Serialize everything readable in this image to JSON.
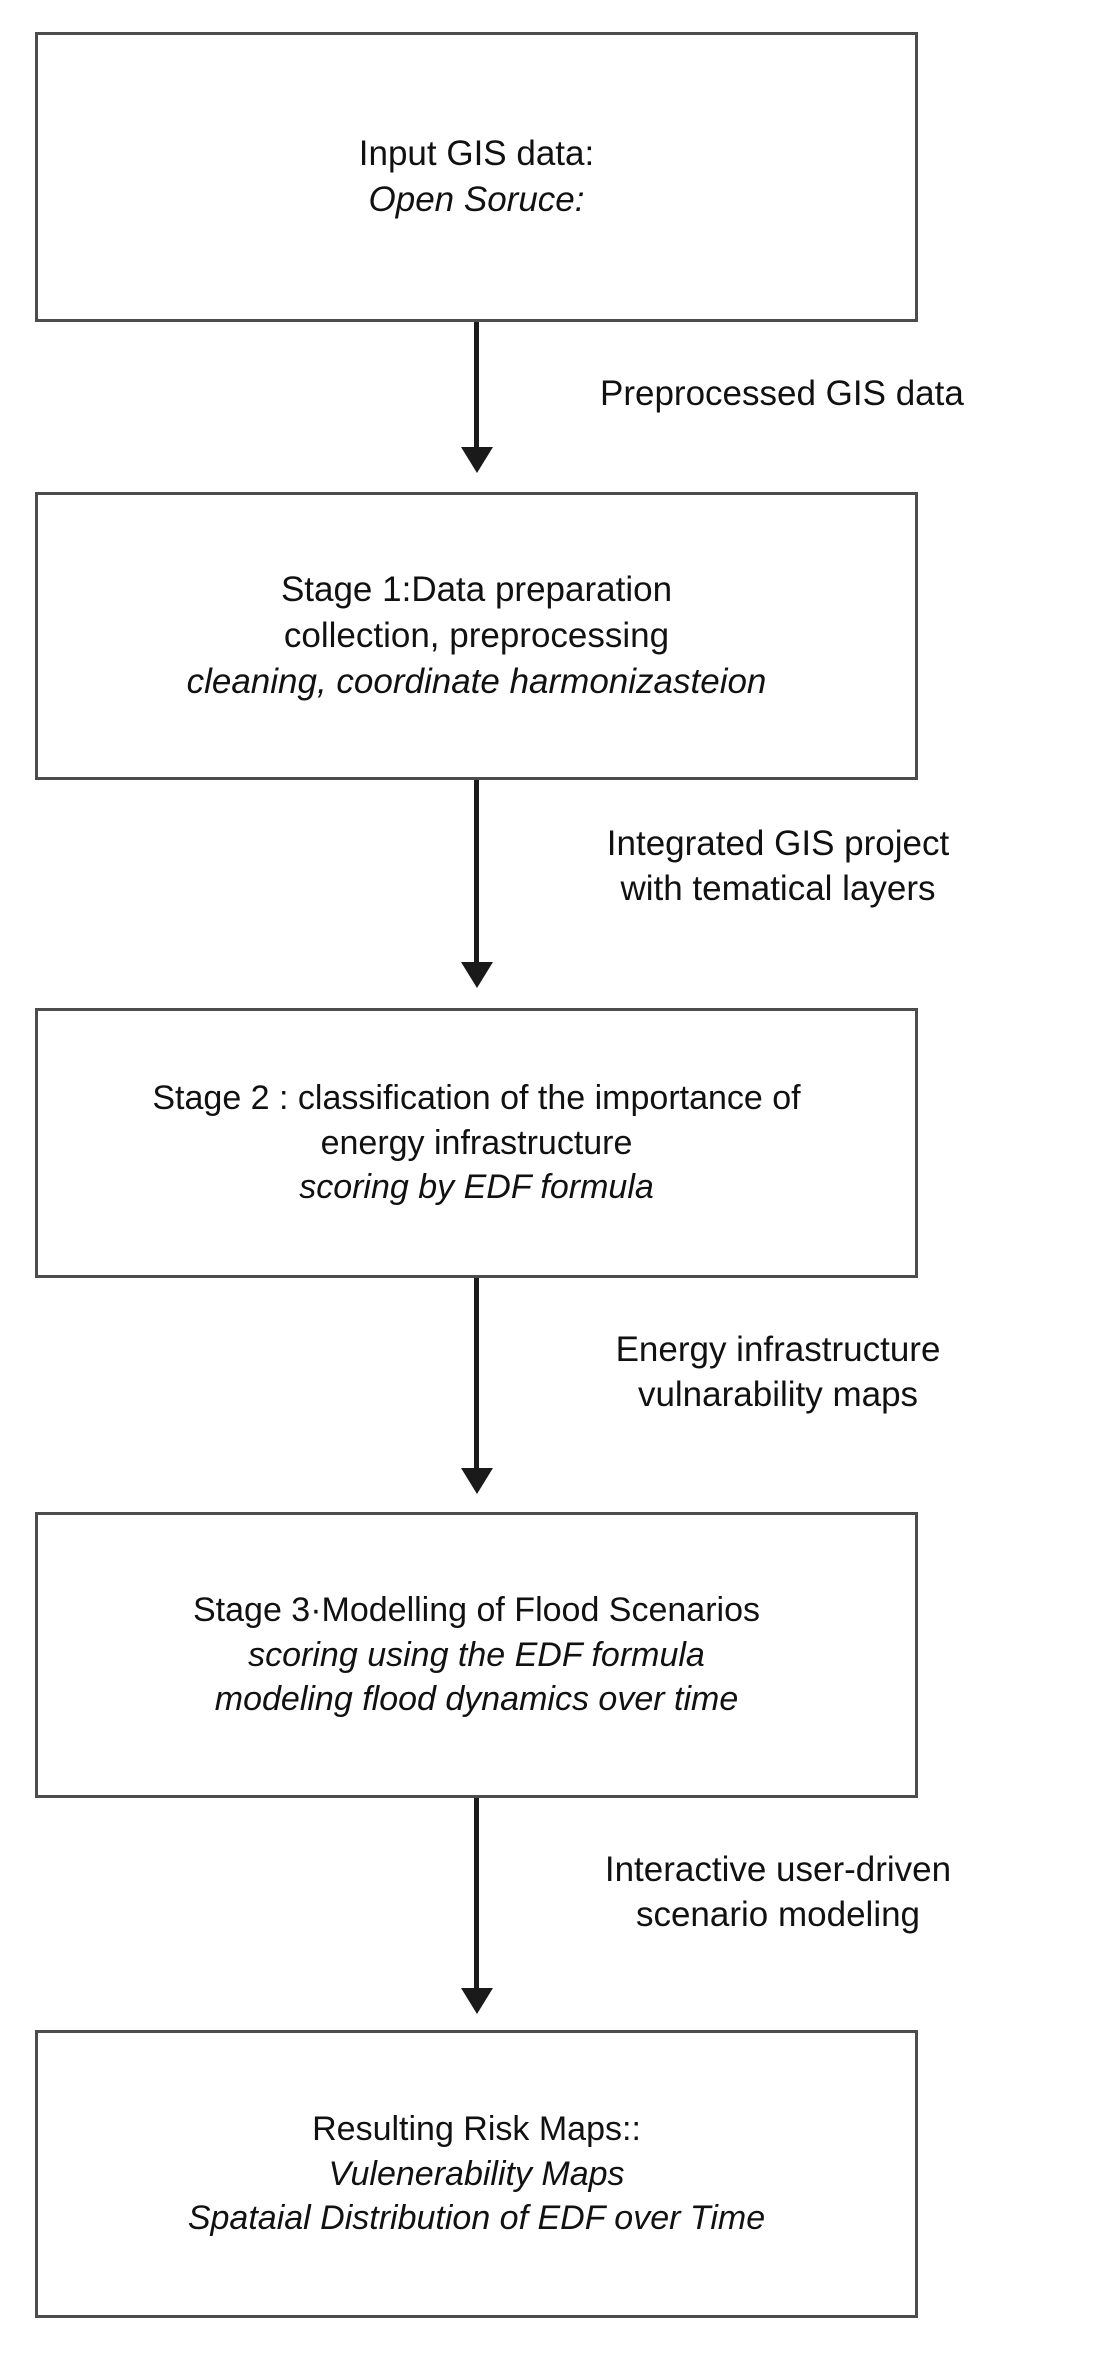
{
  "diagram": {
    "title": "GIS flood risk modelling workflow",
    "accent_color": "#1a1a1a",
    "border_color": "#4c4c4c",
    "background_color": "#ffffff"
  },
  "nodes": [
    {
      "id": "input",
      "lines": [
        {
          "text": "Input  GIS data:",
          "style": "regular"
        },
        {
          "text": "Open Soruce:",
          "style": "italic"
        }
      ]
    },
    {
      "id": "stage1",
      "lines": [
        {
          "text": "Stage 1:Data preparation",
          "style": "regular"
        },
        {
          "text": "collection, preprocessing",
          "style": "regular"
        },
        {
          "text": "cleaning, coordinate harmonizasteion",
          "style": "italic"
        }
      ]
    },
    {
      "id": "stage2",
      "lines": [
        {
          "text": "Stage 2 : classification of the importance of",
          "style": "regular"
        },
        {
          "text": "energy infrastructure",
          "style": "regular"
        },
        {
          "text": "scoring by EDF formula",
          "style": "italic"
        }
      ]
    },
    {
      "id": "stage3",
      "lines": [
        {
          "text": "Stage 3·Modelling of Flood Scenarios",
          "style": "regular"
        },
        {
          "text": "scoring using the EDF formula",
          "style": "italic"
        },
        {
          "text": "modeling flood dynamics over time",
          "style": "italic"
        }
      ]
    },
    {
      "id": "results",
      "lines": [
        {
          "text": "Resulting Risk Maps::",
          "style": "regular"
        },
        {
          "text": "Vulenerability Maps",
          "style": "italic"
        },
        {
          "text": "Spataial Distribution of EDF over Time",
          "style": "italic"
        }
      ]
    }
  ],
  "edges": [
    {
      "id": "edge-1",
      "from": "input",
      "to": "stage1",
      "label_lines": [
        "Preprocessed GIS data"
      ]
    },
    {
      "id": "edge-2",
      "from": "stage1",
      "to": "stage2",
      "label_lines": [
        "Integrated GIS project",
        "with tematical layers"
      ]
    },
    {
      "id": "edge-3",
      "from": "stage2",
      "to": "stage3",
      "label_lines": [
        "Energy infrastructure",
        "vulnarability maps"
      ]
    },
    {
      "id": "edge-4",
      "from": "stage3",
      "to": "results",
      "label_lines": [
        "Interactive user-driven",
        "scenario modeling"
      ]
    }
  ]
}
